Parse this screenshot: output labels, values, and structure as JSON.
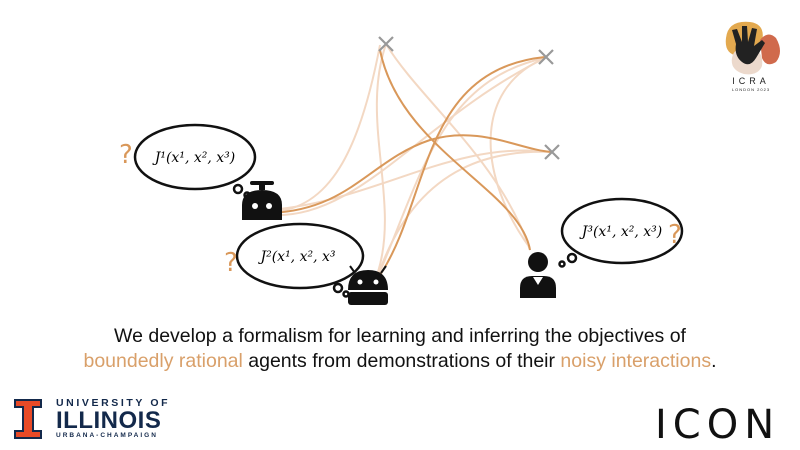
{
  "bubbles": [
    {
      "text": "J¹(x¹, x², x³)"
    },
    {
      "text": "J²(x¹, x², x³"
    },
    {
      "text": "J³(x¹, x², x³)"
    }
  ],
  "question_mark": "?",
  "caption": {
    "line1": "We develop a formalism for learning and inferring the objectives of",
    "hl1": "boundedly rational",
    "mid": " agents from demonstrations of their ",
    "hl2": "noisy interactions",
    "end": "."
  },
  "logos": {
    "icra": "ICRA",
    "icra_sub": "LONDON 2023",
    "uiuc_1": "UNIVERSITY OF",
    "uiuc_2": "ILLINOIS",
    "uiuc_3": "URBANA-CHAMPAIGN",
    "icon": "ICON"
  },
  "colors": {
    "accent": "#d9985a",
    "faint": "#f2d9c4",
    "illinois_orange": "#e84a27",
    "illinois_blue": "#13294b"
  }
}
